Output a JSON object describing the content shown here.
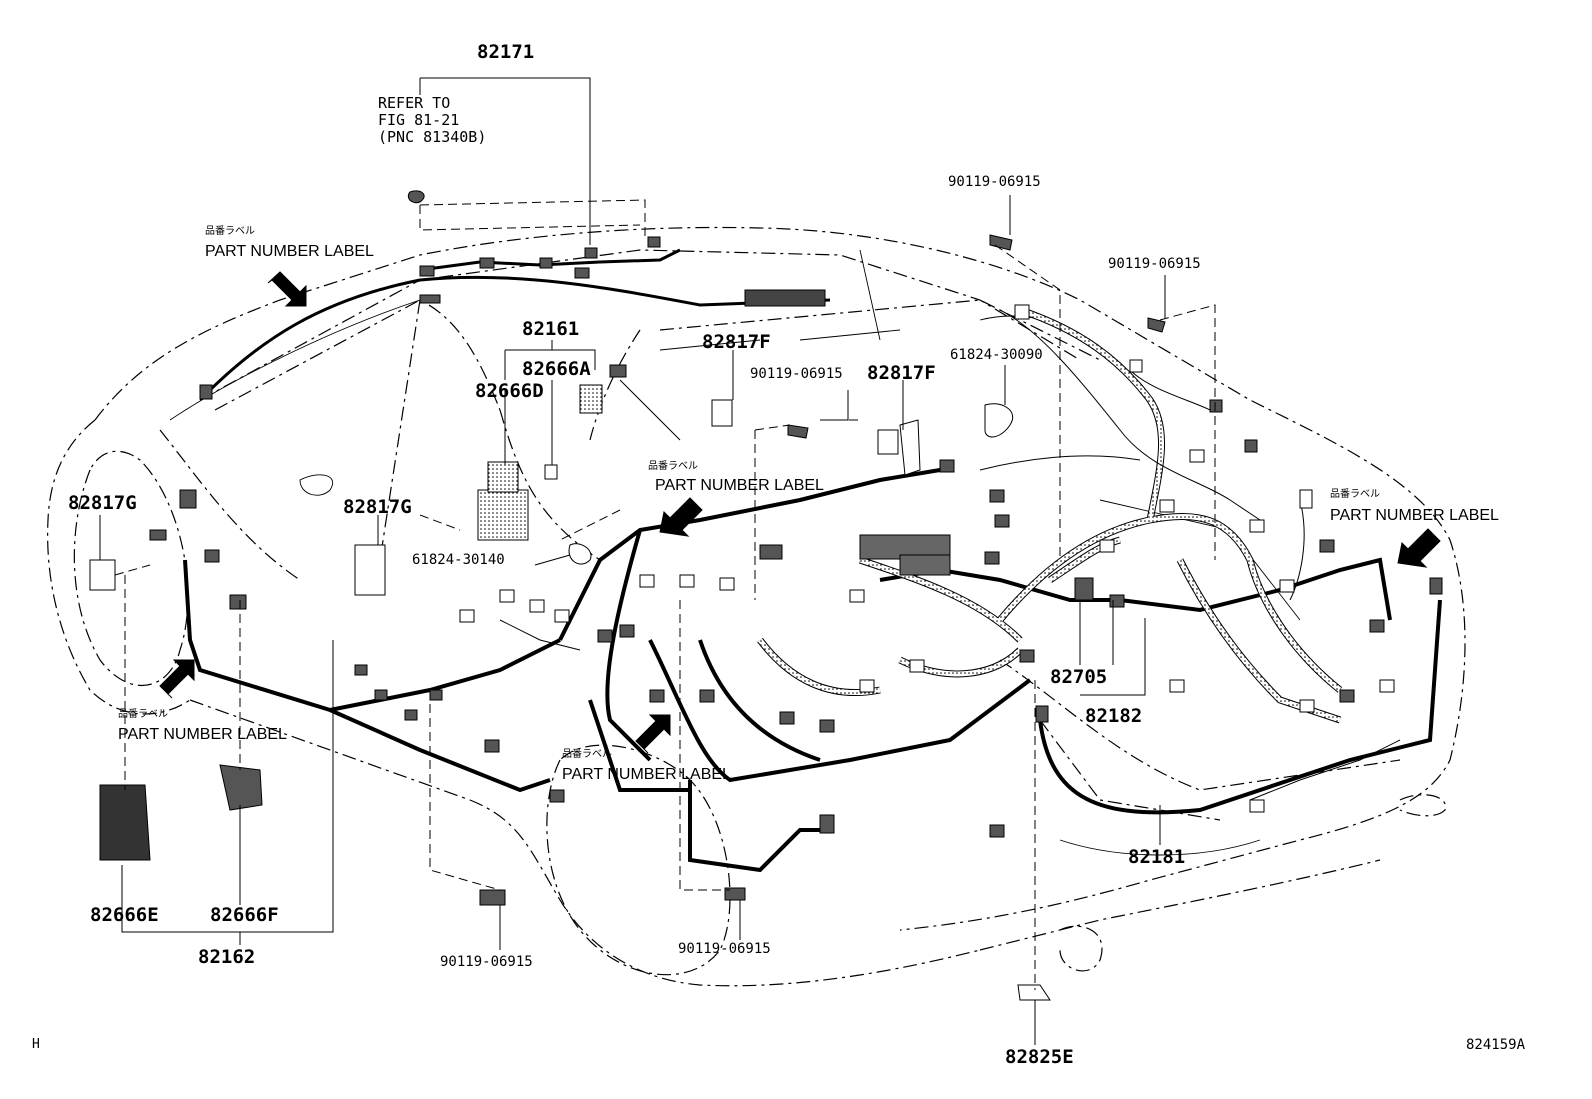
{
  "diagram": {
    "callouts": {
      "p82171": "82171",
      "p82161": "82161",
      "p82666A": "82666A",
      "p82666D": "82666D",
      "p82817F_a": "82817F",
      "p82817F_b": "82817F",
      "p90119_mid": "90119-06915",
      "p90119_top1": "90119-06915",
      "p90119_top2": "90119-06915",
      "p61824_30090": "61824-30090",
      "p82817G_left": "82817G",
      "p82817G_mid": "82817G",
      "p61824_30140": "61824-30140",
      "p82705": "82705",
      "p82182": "82182",
      "p82181": "82181",
      "p82666E": "82666E",
      "p82666F": "82666F",
      "p82162": "82162",
      "p90119_bot1": "90119-06915",
      "p90119_bot2": "90119-06915",
      "p82825E": "82825E"
    },
    "refer_note": "REFER TO\nFIG 81-21\n(PNC 81340B)",
    "part_number_labels": [
      {
        "jp": "品番ラベル",
        "en": "PART NUMBER LABEL"
      },
      {
        "jp": "品番ラベル",
        "en": "PART NUMBER LABEL"
      },
      {
        "jp": "品番ラベル",
        "en": "PART NUMBER LABEL"
      },
      {
        "jp": "品番ラベル",
        "en": "PART NUMBER LABEL"
      },
      {
        "jp": "品番ラベル",
        "en": "PART NUMBER LABEL"
      }
    ],
    "corner_left": "H",
    "corner_right": "824159A"
  }
}
